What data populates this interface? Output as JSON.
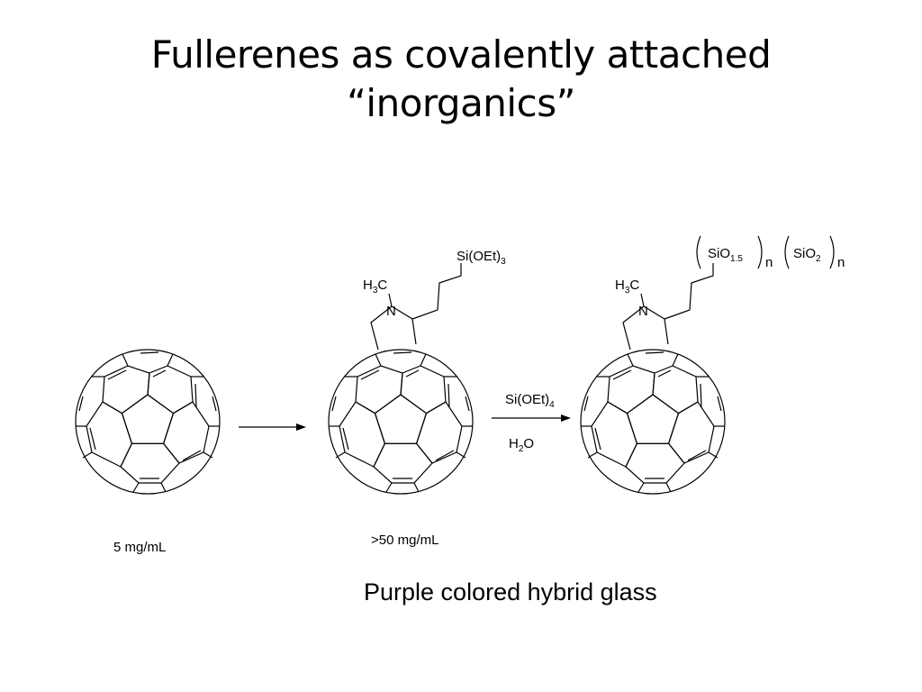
{
  "slide": {
    "title_line1": "Fullerenes as covalently attached",
    "title_line2": "“inorganics”",
    "caption": "Purple colored hybrid glass"
  },
  "labels": {
    "conc_left": "5 mg/mL",
    "conc_middle": ">50 mg/mL",
    "methyl": "H",
    "methyl_sub": "3",
    "methyl_c": "C",
    "nitrogen": "N",
    "silane": "Si(OEt)",
    "silane_sub": "3",
    "reagent": "Si(OEt)",
    "reagent_sub": "4",
    "water_h": "H",
    "water_sub": "2",
    "water_o": "O",
    "sio15": "SiO",
    "sio15_sub": "1.5",
    "sio2": "SiO",
    "sio2_sub": "2",
    "n1": "n",
    "n2": "n"
  }
}
